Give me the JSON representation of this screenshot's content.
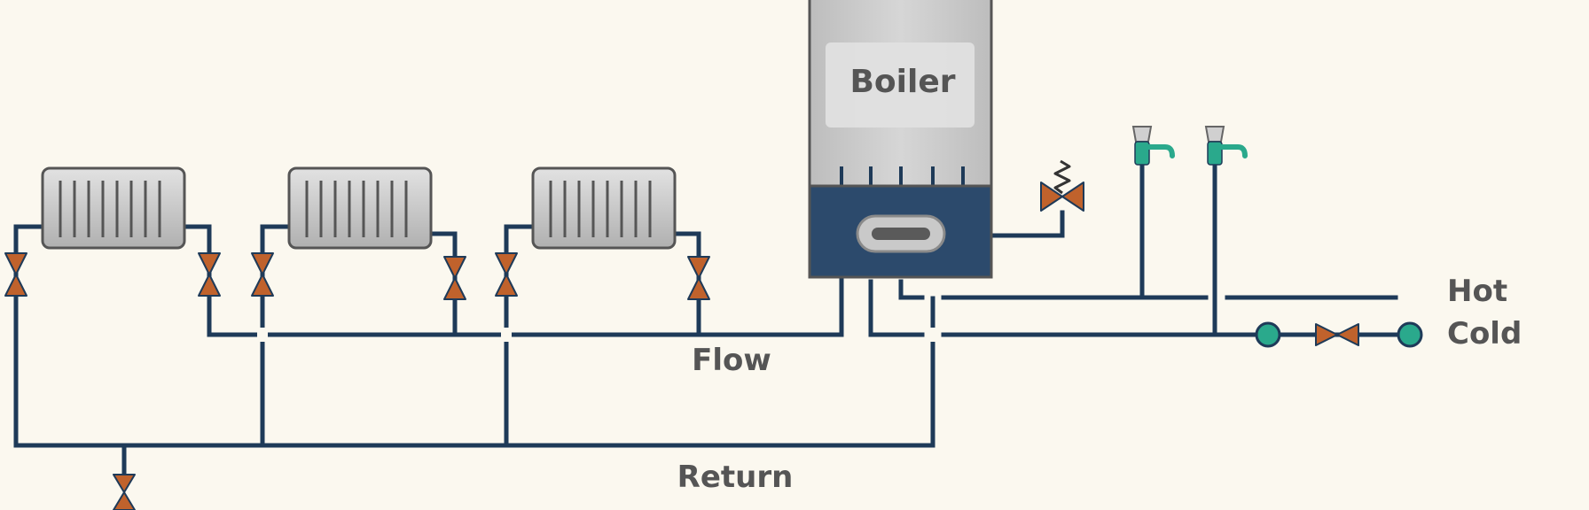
{
  "boiler": {
    "label": "Boiler"
  },
  "circuits": {
    "flow_label": "Flow",
    "return_label": "Return"
  },
  "domestic_water": {
    "hot_label": "Hot",
    "cold_label": "Cold"
  },
  "colors": {
    "background": "#fbf8ef",
    "pipe": "#1e3a58",
    "boiler_casing": "#c4c4c4",
    "boiler_lower": "#2c4a6c",
    "radiator": "#cfcfcf",
    "valve": "#c0622c",
    "tap": "#2aa98c",
    "label": "#555555"
  },
  "icons": [
    "radiator-icon",
    "gate-valve-icon",
    "pressure-relief-valve-icon",
    "tap-icon",
    "boiler-icon"
  ]
}
